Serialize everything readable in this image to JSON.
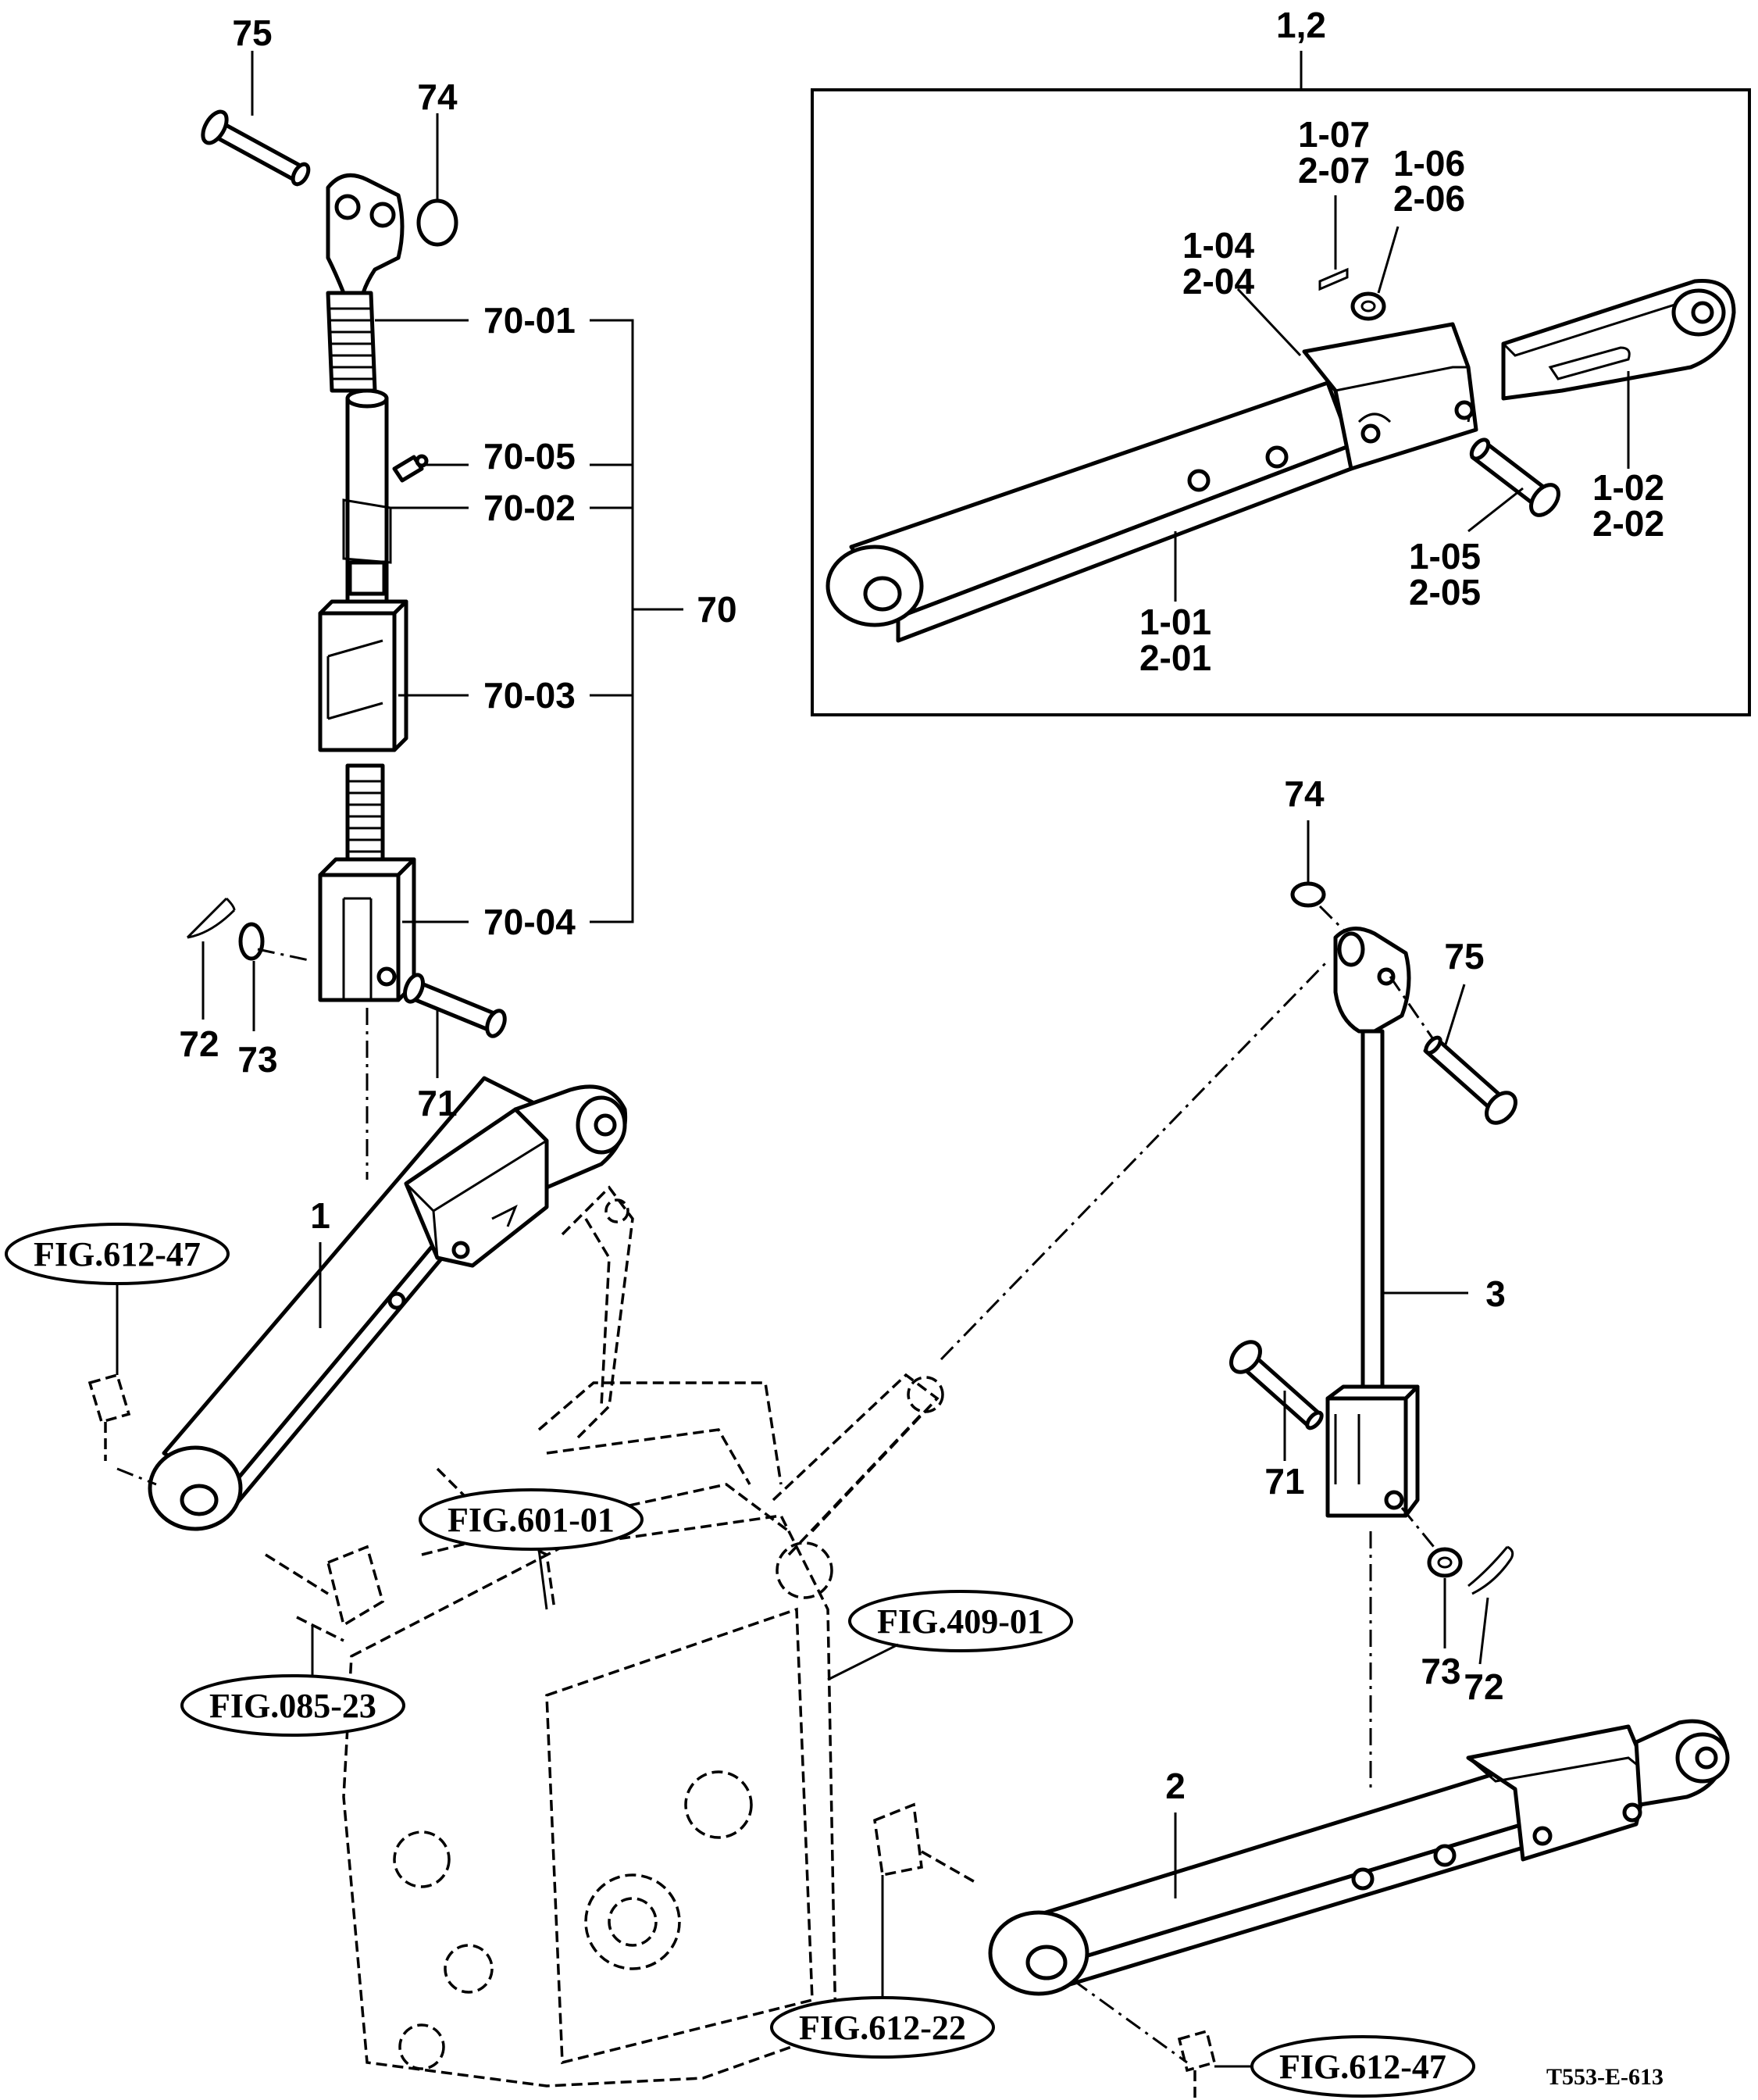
{
  "labels": {
    "l75_top": "75",
    "l74_top": "74",
    "l70_01": "70-01",
    "l70_05": "70-05",
    "l70_02": "70-02",
    "l70": "70",
    "l70_03": "70-03",
    "l70_04": "70-04",
    "l72_left": "72",
    "l73_left": "73",
    "l71_left": "71",
    "l1": "1",
    "l12": "1,2",
    "l1_07": "1-07",
    "l2_07": "2-07",
    "l1_06": "1-06",
    "l2_06": "2-06",
    "l1_04": "1-04",
    "l2_04": "2-04",
    "l1_02": "1-02",
    "l2_02": "2-02",
    "l1_05": "1-05",
    "l2_05": "2-05",
    "l1_01": "1-01",
    "l2_01": "2-01",
    "l74_right": "74",
    "l75_right": "75",
    "l3": "3",
    "l71_right": "71",
    "l73_right": "73",
    "l72_right": "72",
    "l2": "2"
  },
  "refs": {
    "fig612_47_left": "FIG.612-47",
    "fig601_01": "FIG.601-01",
    "fig409_01": "FIG.409-01",
    "fig085_23": "FIG.085-23",
    "fig612_22": "FIG.612-22",
    "fig612_47_right": "FIG.612-47"
  },
  "drawing_code": "T553-E-613"
}
